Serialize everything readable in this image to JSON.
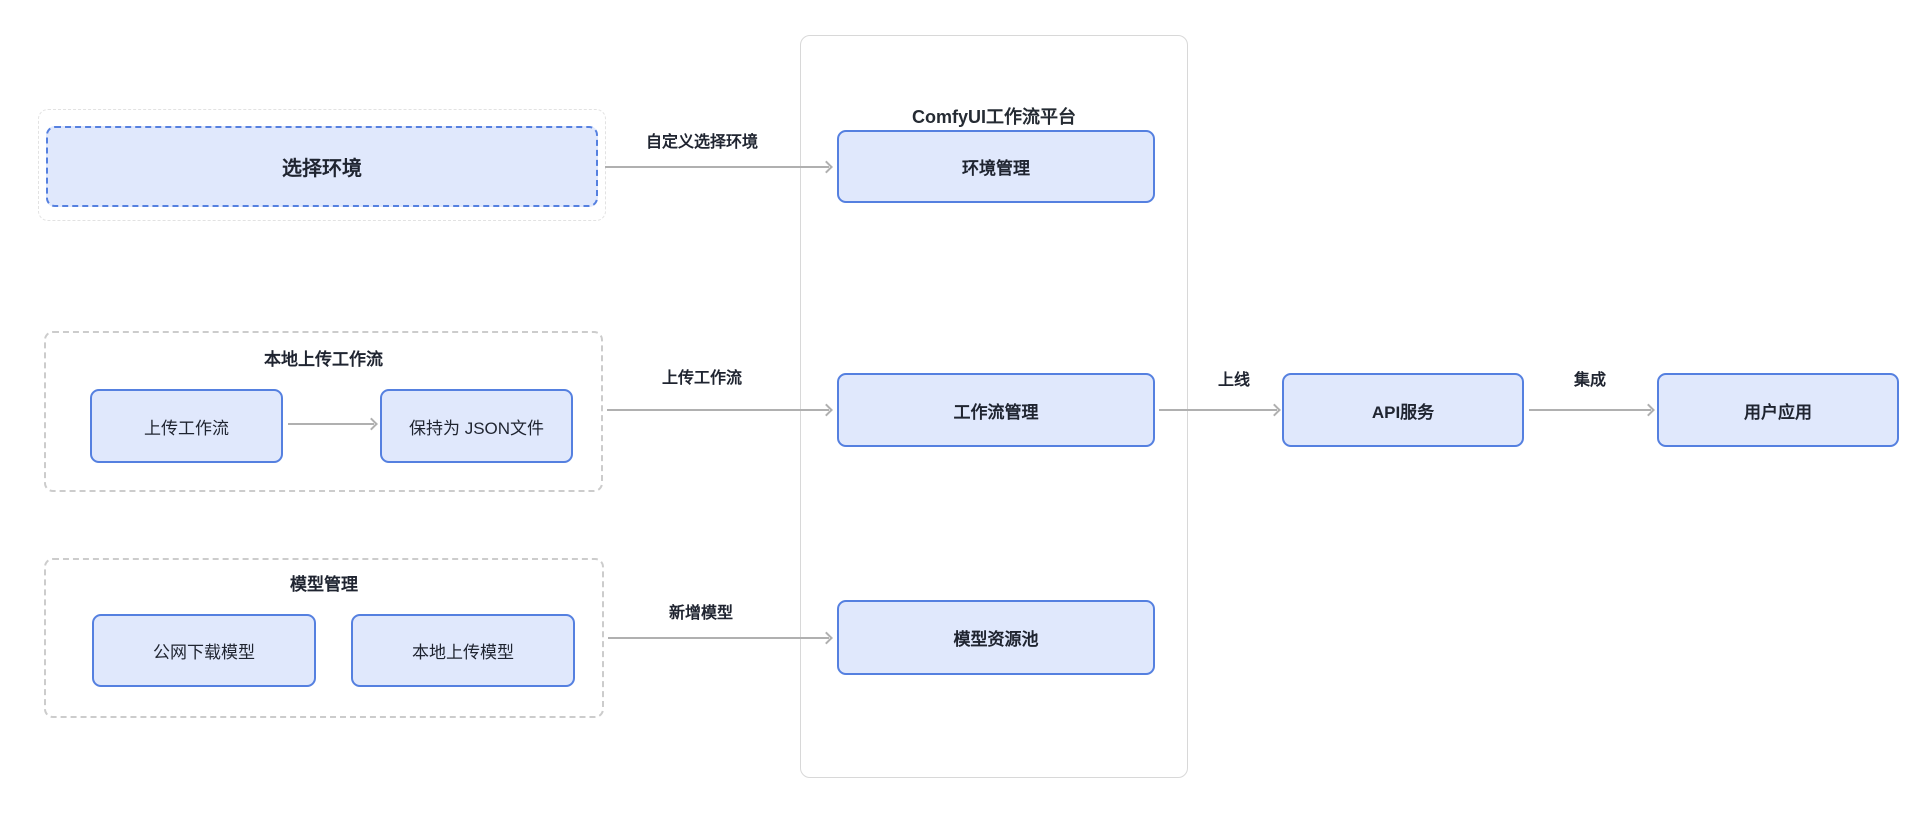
{
  "colors": {
    "node_fill": "#e0e8fc",
    "node_border": "#5580e0",
    "group_border": "#cccccc",
    "platform_border": "#d8d8d8",
    "arrow": "#b0b0b0",
    "text": "#1f2430"
  },
  "nodes": {
    "select_env": "选择环境",
    "upload_workflow": "上传工作流",
    "save_json": "保持为 JSON文件",
    "public_download": "公网下载模型",
    "local_upload_model": "本地上传模型",
    "env_management": "环境管理",
    "workflow_management": "工作流管理",
    "model_pool": "模型资源池",
    "api_service": "API服务",
    "user_app": "用户应用"
  },
  "groups": {
    "local_upload_workflow": "本地上传工作流",
    "model_management": "模型管理"
  },
  "platform": {
    "title": "ComfyUI工作流平台"
  },
  "edges": {
    "custom_select_env": "自定义选择环境",
    "upload_workflow": "上传工作流",
    "add_model": "新增模型",
    "go_live": "上线",
    "integrate": "集成"
  }
}
